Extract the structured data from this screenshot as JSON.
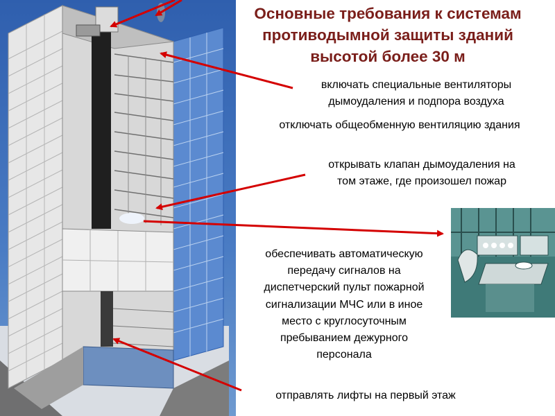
{
  "title": {
    "line1": "Основные требования к системам",
    "line2": "противодымной защиты зданий",
    "line3": "высотой более 30 м"
  },
  "captions": {
    "fans": {
      "line1": "включать специальные вентиляторы",
      "line2": "дымоудаления и подпора воздуха"
    },
    "general_ventilation": "отключать общеобменную вентиляцию здания",
    "valve": {
      "line1": "открывать клапан дымоудаления на",
      "line2": "том этаже, где произошел пожар"
    },
    "signals": {
      "line1": "обеспечивать автоматическую",
      "line2": "передачу сигналов на",
      "line3": "диспетчерский пульт пожарной",
      "line4": "сигнализации МЧС или в иное",
      "line5": "место с круглосуточным",
      "line6": "пребыванием дежурного",
      "line7": "персонала"
    },
    "elevators": "отправлять лифты на первый этаж"
  },
  "colors": {
    "title": "#7a1e1a",
    "arrow": "#d40000",
    "sky": "#3a6cb8",
    "building": "#e6e6e6",
    "shaft": "#222222",
    "control_room": "#3f7a78"
  },
  "icons": {
    "arrow": "red-arrow",
    "building": "high-rise-building-cutaway",
    "control_room": "fire-alarm-control-room"
  }
}
